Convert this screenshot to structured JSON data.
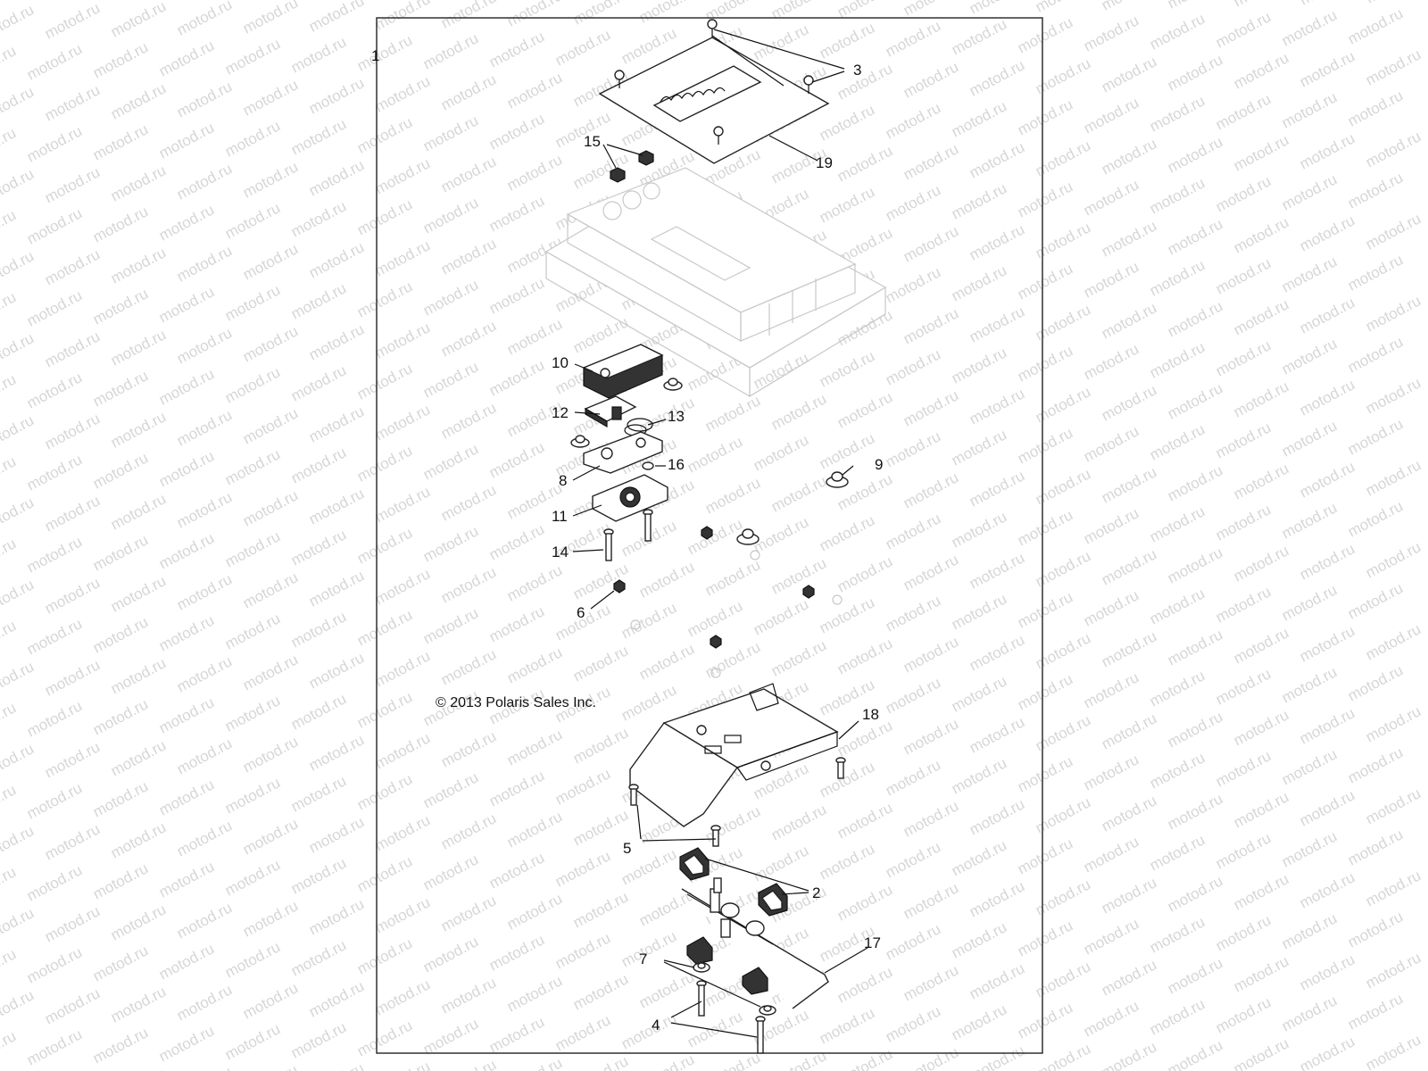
{
  "watermark": {
    "text": "motod.ru"
  },
  "frame_label": "1",
  "copyright": "© 2013 Polaris Sales Inc.",
  "callouts": [
    {
      "id": "c3",
      "label": "3"
    },
    {
      "id": "c19",
      "label": "19"
    },
    {
      "id": "c15",
      "label": "15"
    },
    {
      "id": "c10",
      "label": "10"
    },
    {
      "id": "c12",
      "label": "12"
    },
    {
      "id": "c13",
      "label": "13"
    },
    {
      "id": "c8",
      "label": "8"
    },
    {
      "id": "c16",
      "label": "16"
    },
    {
      "id": "c9",
      "label": "9"
    },
    {
      "id": "c11",
      "label": "11"
    },
    {
      "id": "c14",
      "label": "14"
    },
    {
      "id": "c6",
      "label": "6"
    },
    {
      "id": "c18",
      "label": "18"
    },
    {
      "id": "c5",
      "label": "5"
    },
    {
      "id": "c2",
      "label": "2"
    },
    {
      "id": "c17",
      "label": "17"
    },
    {
      "id": "c7",
      "label": "7"
    },
    {
      "id": "c4",
      "label": "4"
    }
  ]
}
